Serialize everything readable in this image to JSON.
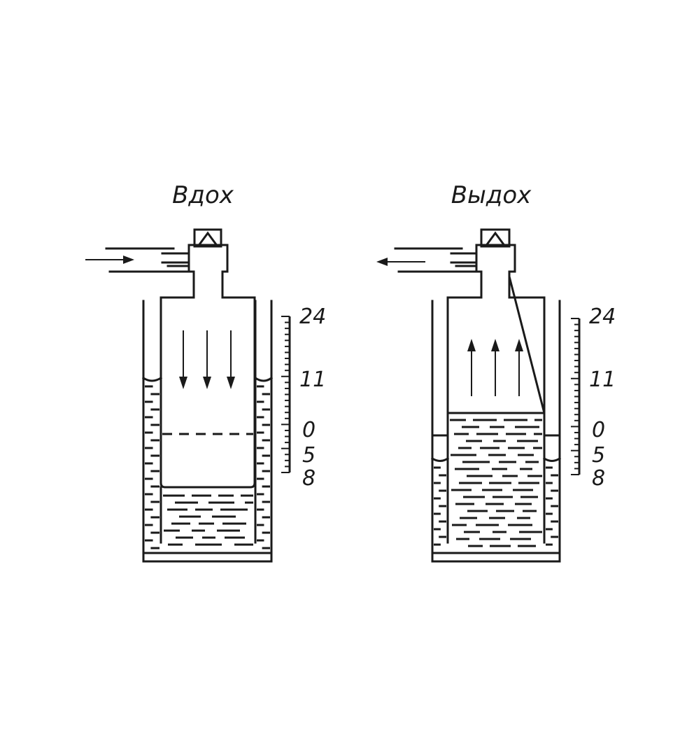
{
  "panels": [
    {
      "id": "inhale",
      "title": "Вдох",
      "flow_direction": "in",
      "scale_labels": [
        "24",
        "11",
        "0",
        "5",
        "8"
      ]
    },
    {
      "id": "exhale",
      "title": "Выдох",
      "flow_direction": "out",
      "scale_labels": [
        "24",
        "11",
        "0",
        "5",
        "8"
      ]
    }
  ],
  "colors": {
    "ink": "#1a1a1a",
    "background": "#ffffff"
  }
}
